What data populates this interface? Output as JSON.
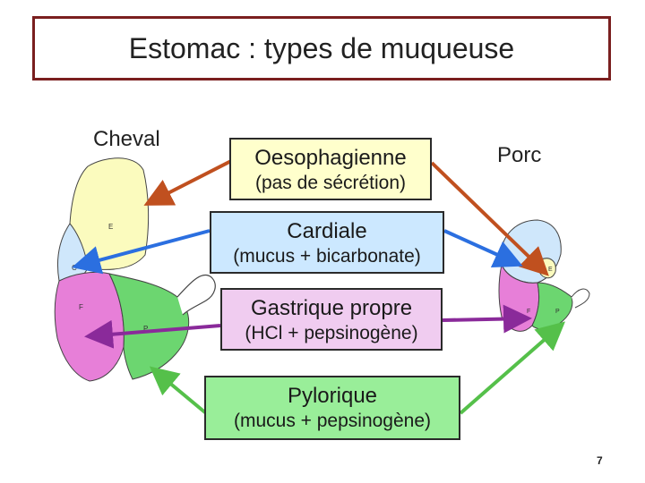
{
  "title": "Estomac : types de muqueuse",
  "animals": {
    "left": "Cheval",
    "right": "Porc"
  },
  "mucosa": [
    {
      "name": "Oesophagienne",
      "detail": "(pas de sécrétion)",
      "fill": "#ffffcc",
      "arrow": "#c0501f"
    },
    {
      "name": "Cardiale",
      "detail": "(mucus + bicarbonate)",
      "fill": "#cce8ff",
      "arrow": "#2b6fe0"
    },
    {
      "name": "Gastrique propre",
      "detail": "(HCl + pepsinogène)",
      "fill": "#f0ccf0",
      "arrow": "#8a2a9a"
    },
    {
      "name": "Pylorique",
      "detail": "(mucus + pepsinogène)",
      "fill": "#99ee99",
      "arrow": "#55c04a"
    }
  ],
  "stomach_region_letters": {
    "oesophageal": "E",
    "cardiac": "C",
    "fundic": "F",
    "pyloric": "P"
  },
  "slide_number": "7"
}
